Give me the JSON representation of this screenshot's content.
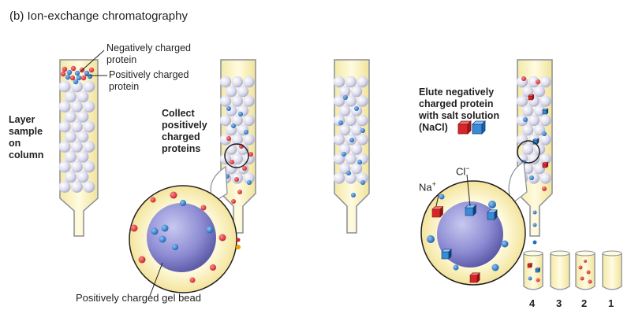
{
  "title": "(b) Ion-exchange chromatography",
  "labels": {
    "neg_protein_line1": "Negatively charged",
    "neg_protein_line2": "protein",
    "pos_protein_line1": "Positively charged",
    "pos_protein_line2": "protein",
    "layer_1": "Layer",
    "layer_2": "sample",
    "layer_3": "on",
    "layer_4": "column",
    "collect_1": "Collect",
    "collect_2": "positively",
    "collect_3": "charged",
    "collect_4": "proteins",
    "elute_1": "Elute negatively",
    "elute_2": "charged protein",
    "elute_3": "with salt solution",
    "elute_4": "(NaCl)",
    "gel_bead": "Positively charged gel bead",
    "na": "Na",
    "na_sup": "+",
    "cl": "Cl",
    "cl_sup": "−"
  },
  "fractions": [
    "4",
    "3",
    "2",
    "1"
  ],
  "colors": {
    "column_fill": "#fdf6c4",
    "column_stroke": "#8a8f99",
    "bead": "#dcdcec",
    "red_protein": "#d7262b",
    "blue_protein": "#1f6fbf",
    "big_bead": "#8f8ed0",
    "ring": "#fbf1b5"
  }
}
